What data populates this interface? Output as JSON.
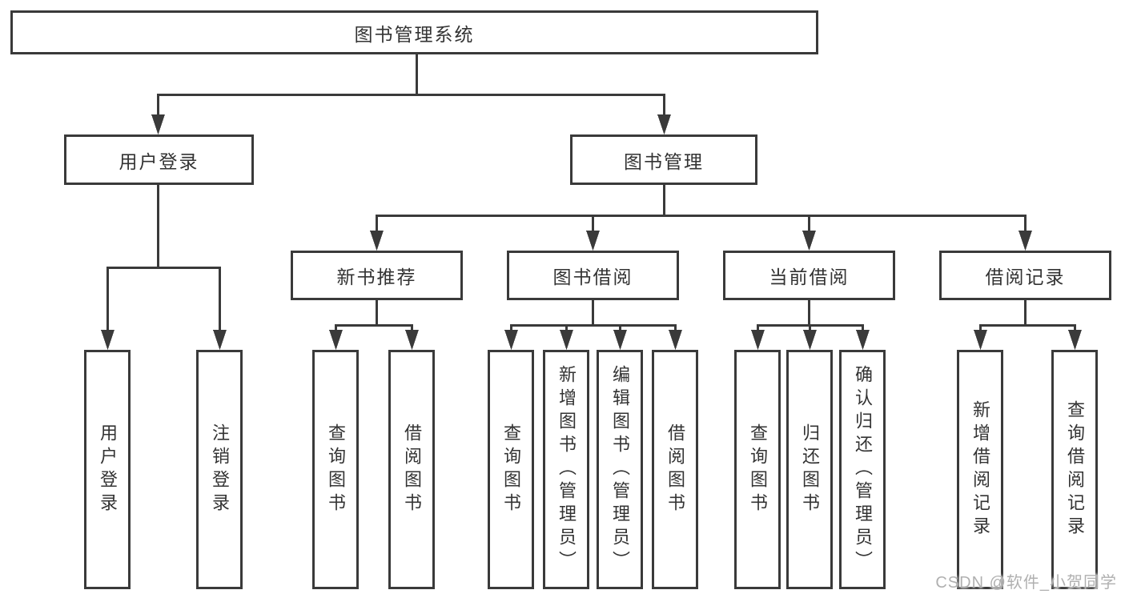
{
  "tree": {
    "root": {
      "label": "图书管理系统"
    },
    "children": [
      {
        "label": "用户登录",
        "children": [
          {
            "label": "用户登录"
          },
          {
            "label": "注销登录"
          }
        ]
      },
      {
        "label": "图书管理",
        "children": [
          {
            "label": "新书推荐",
            "children": [
              {
                "label": "查询图书"
              },
              {
                "label": "借阅图书"
              }
            ]
          },
          {
            "label": "图书借阅",
            "children": [
              {
                "label": "查询图书"
              },
              {
                "label": "新增图书（管理员）"
              },
              {
                "label": "编辑图书（管理员）"
              },
              {
                "label": "借阅图书"
              }
            ]
          },
          {
            "label": "当前借阅",
            "children": [
              {
                "label": "查询图书"
              },
              {
                "label": "归还图书"
              },
              {
                "label": "确认归还（管理员）"
              }
            ]
          },
          {
            "label": "借阅记录",
            "children": [
              {
                "label": "新增借阅记录"
              },
              {
                "label": "查询借阅记录"
              }
            ]
          }
        ]
      }
    ]
  },
  "watermark": "CSDN @软件_小贺同学",
  "colors": {
    "line": "#3a3a3a",
    "text": "#333333",
    "background": "#ffffff",
    "watermark": "#b0b0b0"
  }
}
